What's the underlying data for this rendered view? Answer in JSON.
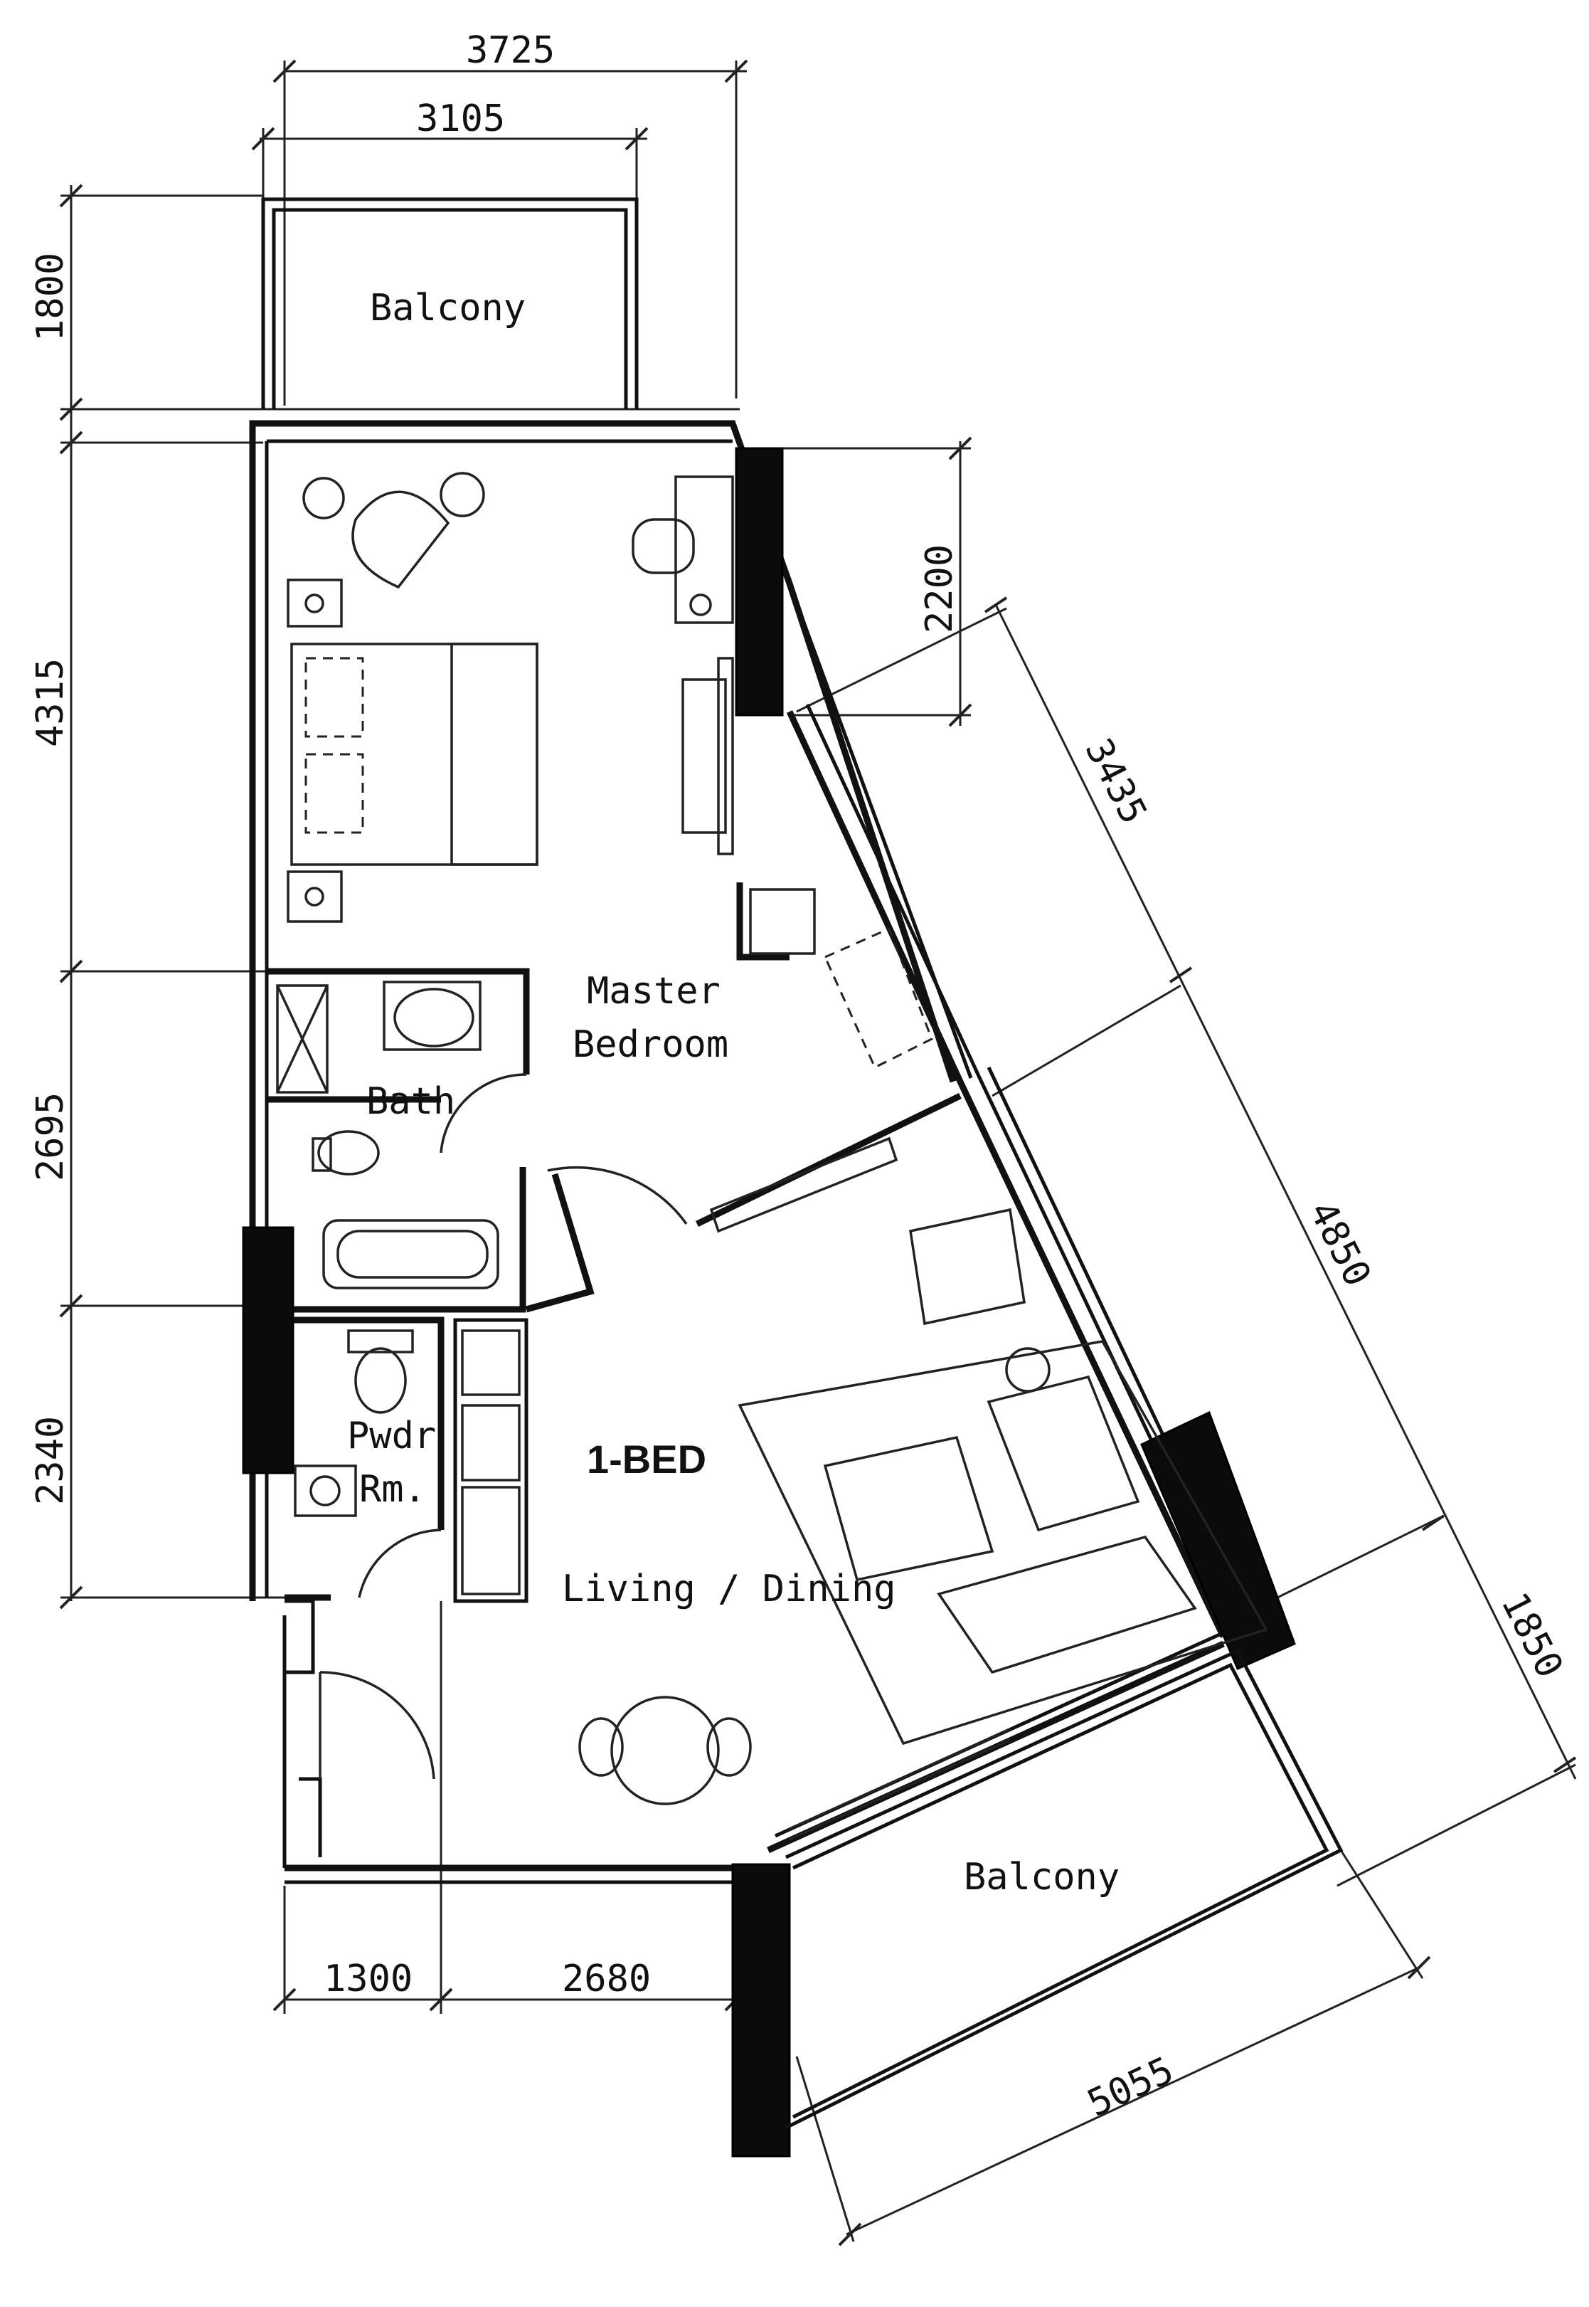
{
  "unit_name": "1-BED",
  "rooms": {
    "balcony_top": "Balcony",
    "balcony_bottom": "Balcony",
    "master_bedroom_l1": "Master",
    "master_bedroom_l2": "Bedroom",
    "bath": "Bath",
    "powder_l1": "Pwdr",
    "powder_l2": "Rm.",
    "living_dining": "Living / Dining"
  },
  "dimensions": {
    "top_outer": "3725",
    "top_inner": "3105",
    "left_balcony": "1800",
    "left_bedroom": "4315",
    "left_bath": "2695",
    "left_powder": "2340",
    "right_window": "2200",
    "diag_bedroom": "3435",
    "diag_living": "4850",
    "diag_balcony_depth": "1850",
    "bottom_entry": "1300",
    "bottom_living": "2680",
    "bottom_balcony": "5055"
  }
}
